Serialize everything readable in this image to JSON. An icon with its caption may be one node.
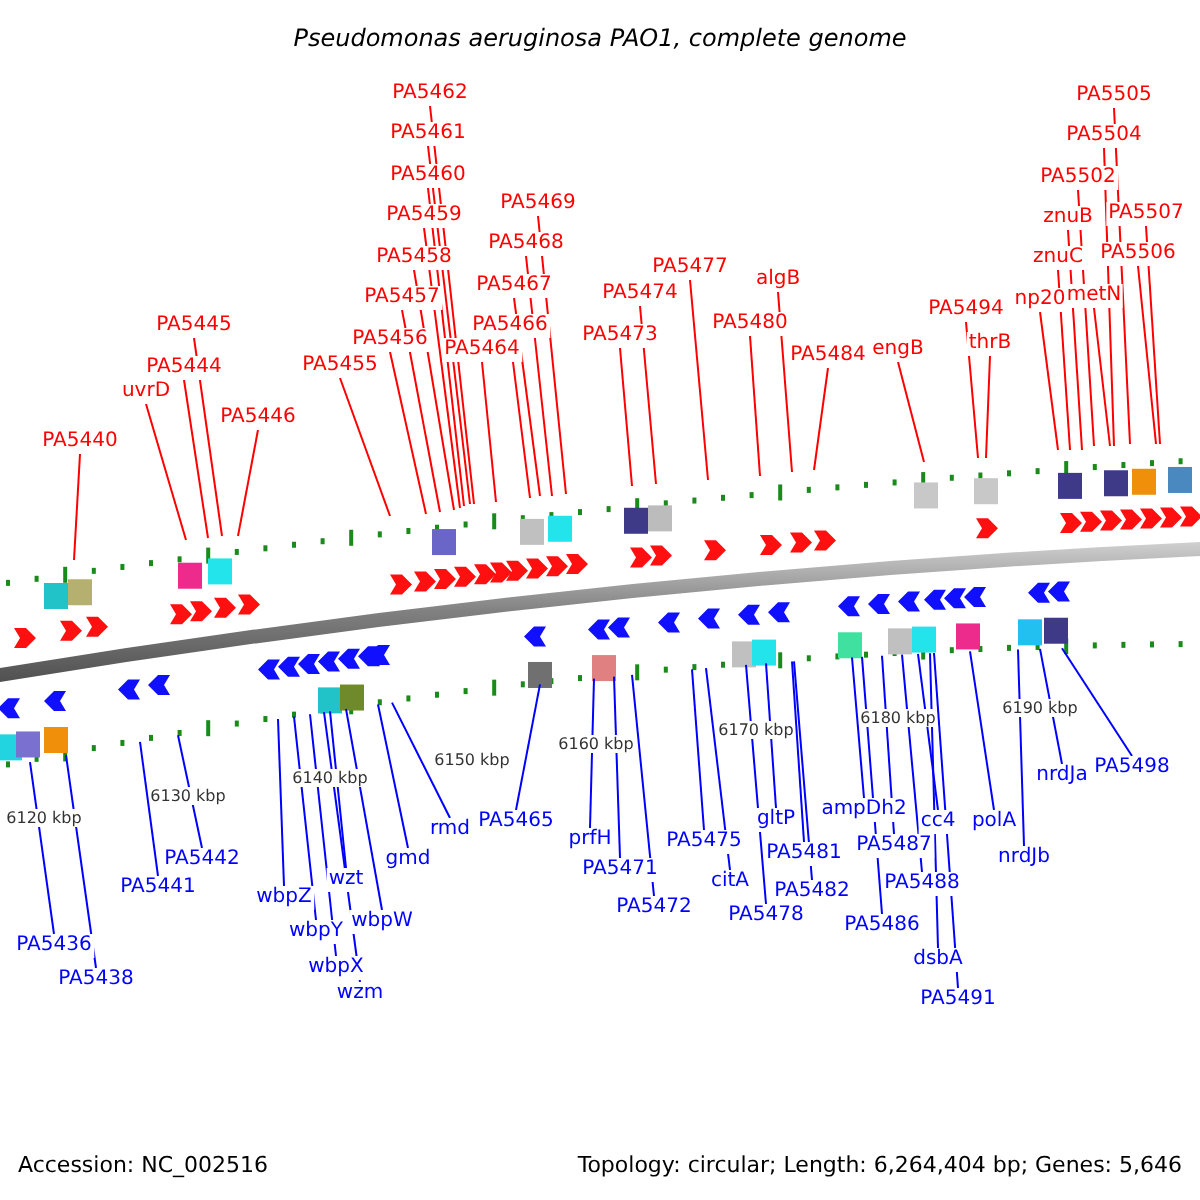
{
  "diagram": {
    "title": "Pseudomonas aeruginosa PAO1, complete genome",
    "nodes": [
      {
        "text": [
          "PA5462"
        ]
      },
      {
        "text": [
          "PA5461"
        ]
      },
      {
        "text": [
          "PA5460"
        ]
      },
      {
        "text": [
          "PA5459"
        ]
      },
      {
        "text": [
          "PA5458"
        ]
      },
      {
        "text": [
          "PA5457"
        ]
      },
      {
        "text": [
          "PA5456"
        ]
      },
      {
        "text": [
          "PA5455"
        ]
      },
      {
        "text": [
          "PA5464"
        ]
      },
      {
        "text": [
          "PA5466"
        ]
      },
      {
        "text": [
          "PA5467"
        ]
      },
      {
        "text": [
          "PA5468"
        ]
      },
      {
        "text": [
          "PA5469"
        ]
      },
      {
        "text": [
          "PA5445"
        ]
      },
      {
        "text": [
          "PA5444"
        ]
      },
      {
        "text": [
          "uvrD"
        ]
      },
      {
        "text": [
          "PA5446"
        ]
      },
      {
        "text": [
          "PA5440"
        ]
      },
      {
        "text": [
          "PA5473"
        ]
      },
      {
        "text": [
          "PA5474"
        ]
      },
      {
        "text": [
          "PA5477"
        ]
      },
      {
        "text": [
          "PA5480"
        ]
      },
      {
        "text": [
          "algB"
        ]
      },
      {
        "text": [
          "PA5484"
        ]
      },
      {
        "text": [
          "engB"
        ]
      },
      {
        "text": [
          "PA5494"
        ]
      },
      {
        "text": [
          "thrB"
        ]
      },
      {
        "text": [
          "np20"
        ]
      },
      {
        "text": [
          "znuC"
        ]
      },
      {
        "text": [
          "znuB"
        ]
      },
      {
        "text": [
          "PA5502"
        ]
      },
      {
        "text": [
          "metN"
        ]
      },
      {
        "text": [
          "PA5504"
        ]
      },
      {
        "text": [
          "PA5505"
        ]
      },
      {
        "text": [
          "PA5506"
        ]
      },
      {
        "text": [
          "PA5507"
        ]
      },
      {
        "text": [
          "PA5436"
        ]
      },
      {
        "text": [
          "PA5438"
        ]
      },
      {
        "text": [
          "PA5441"
        ]
      },
      {
        "text": [
          "PA5442"
        ]
      },
      {
        "text": [
          "wbpZ"
        ]
      },
      {
        "text": [
          "wbpY"
        ]
      },
      {
        "text": [
          "wbpX"
        ]
      },
      {
        "text": [
          "wzm"
        ]
      },
      {
        "text": [
          "wzt"
        ]
      },
      {
        "text": [
          "wbpW"
        ]
      },
      {
        "text": [
          "gmd"
        ]
      },
      {
        "text": [
          "rmd"
        ]
      },
      {
        "text": [
          "PA5465"
        ]
      },
      {
        "text": [
          "prfH"
        ]
      },
      {
        "text": [
          "PA5471"
        ]
      },
      {
        "text": [
          "PA5472"
        ]
      },
      {
        "text": [
          "PA5475"
        ]
      },
      {
        "text": [
          "citA"
        ]
      },
      {
        "text": [
          "PA5478"
        ]
      },
      {
        "text": [
          "gltP"
        ]
      },
      {
        "text": [
          "PA5481"
        ]
      },
      {
        "text": [
          "PA5482"
        ]
      },
      {
        "text": [
          "ampDh2"
        ]
      },
      {
        "text": [
          "PA5486"
        ]
      },
      {
        "text": [
          "PA5487"
        ]
      },
      {
        "text": [
          "PA5488"
        ]
      },
      {
        "text": [
          "cc4"
        ]
      },
      {
        "text": [
          "polA"
        ]
      },
      {
        "text": [
          "dsbA"
        ]
      },
      {
        "text": [
          "PA5491"
        ]
      },
      {
        "text": [
          "nrdJb"
        ]
      },
      {
        "text": [
          "nrdJa"
        ]
      },
      {
        "text": [
          "PA5498"
        ]
      }
    ],
    "edges": [
      {
        "from": 0,
        "to": null,
        "arrow": "none",
        "color": "#ff0000"
      },
      {
        "from": 1,
        "to": null,
        "arrow": "none",
        "color": "#ff0000"
      },
      {
        "from": 2,
        "to": null,
        "arrow": "none",
        "color": "#ff0000"
      },
      {
        "from": 3,
        "to": null,
        "arrow": "none",
        "color": "#ff0000"
      },
      {
        "from": 4,
        "to": null,
        "arrow": "none",
        "color": "#ff0000"
      },
      {
        "from": 5,
        "to": null,
        "arrow": "none",
        "color": "#ff0000"
      },
      {
        "from": 6,
        "to": null,
        "arrow": "none",
        "color": "#ff0000"
      },
      {
        "from": 7,
        "to": null,
        "arrow": "none",
        "color": "#ff0000"
      },
      {
        "from": 8,
        "to": null,
        "arrow": "none",
        "color": "#ff0000"
      },
      {
        "from": 9,
        "to": null,
        "arrow": "none",
        "color": "#ff0000"
      },
      {
        "from": 10,
        "to": null,
        "arrow": "none",
        "color": "#ff0000"
      },
      {
        "from": 11,
        "to": null,
        "arrow": "none",
        "color": "#ff0000"
      },
      {
        "from": 12,
        "to": null,
        "arrow": "none",
        "color": "#ff0000"
      },
      {
        "from": 13,
        "to": null,
        "arrow": "none",
        "color": "#ff0000"
      },
      {
        "from": 14,
        "to": null,
        "arrow": "none",
        "color": "#ff0000"
      },
      {
        "from": 15,
        "to": null,
        "arrow": "none",
        "color": "#ff0000"
      },
      {
        "from": 16,
        "to": null,
        "arrow": "none",
        "color": "#ff0000"
      },
      {
        "from": 17,
        "to": null,
        "arrow": "none",
        "color": "#ff0000"
      },
      {
        "from": 18,
        "to": null,
        "arrow": "none",
        "color": "#ff0000"
      },
      {
        "from": 19,
        "to": null,
        "arrow": "none",
        "color": "#ff0000"
      },
      {
        "from": 20,
        "to": null,
        "arrow": "none",
        "color": "#ff0000"
      },
      {
        "from": 21,
        "to": null,
        "arrow": "none",
        "color": "#ff0000"
      },
      {
        "from": 22,
        "to": null,
        "arrow": "none",
        "color": "#ff0000"
      },
      {
        "from": 23,
        "to": null,
        "arrow": "none",
        "color": "#ff0000"
      },
      {
        "from": 24,
        "to": null,
        "arrow": "none",
        "color": "#ff0000"
      },
      {
        "from": 25,
        "to": null,
        "arrow": "none",
        "color": "#ff0000"
      },
      {
        "from": 26,
        "to": null,
        "arrow": "none",
        "color": "#ff0000"
      },
      {
        "from": 27,
        "to": null,
        "arrow": "none",
        "color": "#ff0000"
      },
      {
        "from": 28,
        "to": null,
        "arrow": "none",
        "color": "#ff0000"
      },
      {
        "from": 29,
        "to": null,
        "arrow": "none",
        "color": "#ff0000"
      },
      {
        "from": 30,
        "to": null,
        "arrow": "none",
        "color": "#ff0000"
      },
      {
        "from": 31,
        "to": null,
        "arrow": "none",
        "color": "#ff0000"
      },
      {
        "from": 32,
        "to": null,
        "arrow": "none",
        "color": "#ff0000"
      },
      {
        "from": 33,
        "to": null,
        "arrow": "none",
        "color": "#ff0000"
      },
      {
        "from": 34,
        "to": null,
        "arrow": "none",
        "color": "#ff0000"
      },
      {
        "from": 35,
        "to": null,
        "arrow": "none",
        "color": "#ff0000"
      },
      {
        "from": 36,
        "to": null,
        "arrow": "none",
        "color": "#0000ff"
      },
      {
        "from": 37,
        "to": null,
        "arrow": "none",
        "color": "#0000ff"
      },
      {
        "from": 38,
        "to": null,
        "arrow": "none",
        "color": "#0000ff"
      },
      {
        "from": 39,
        "to": null,
        "arrow": "none",
        "color": "#0000ff"
      },
      {
        "from": 40,
        "to": null,
        "arrow": "none",
        "color": "#0000ff"
      },
      {
        "from": 41,
        "to": null,
        "arrow": "none",
        "color": "#0000ff"
      },
      {
        "from": 42,
        "to": null,
        "arrow": "none",
        "color": "#0000ff"
      },
      {
        "from": 43,
        "to": null,
        "arrow": "none",
        "color": "#0000ff"
      },
      {
        "from": 44,
        "to": null,
        "arrow": "none",
        "color": "#0000ff"
      },
      {
        "from": 45,
        "to": null,
        "arrow": "none",
        "color": "#0000ff"
      },
      {
        "from": 46,
        "to": null,
        "arrow": "none",
        "color": "#0000ff"
      },
      {
        "from": 47,
        "to": null,
        "arrow": "none",
        "color": "#0000ff"
      },
      {
        "from": 48,
        "to": null,
        "arrow": "none",
        "color": "#0000ff"
      },
      {
        "from": 49,
        "to": null,
        "arrow": "none",
        "color": "#0000ff"
      },
      {
        "from": 50,
        "to": null,
        "arrow": "none",
        "color": "#0000ff"
      },
      {
        "from": 51,
        "to": null,
        "arrow": "none",
        "color": "#0000ff"
      },
      {
        "from": 52,
        "to": null,
        "arrow": "none",
        "color": "#0000ff"
      },
      {
        "from": 53,
        "to": null,
        "arrow": "none",
        "color": "#0000ff"
      },
      {
        "from": 54,
        "to": null,
        "arrow": "none",
        "color": "#0000ff"
      },
      {
        "from": 55,
        "to": null,
        "arrow": "none",
        "color": "#0000ff"
      },
      {
        "from": 56,
        "to": null,
        "arrow": "none",
        "color": "#0000ff"
      },
      {
        "from": 57,
        "to": null,
        "arrow": "none",
        "color": "#0000ff"
      },
      {
        "from": 58,
        "to": null,
        "arrow": "none",
        "color": "#0000ff"
      },
      {
        "from": 59,
        "to": null,
        "arrow": "none",
        "color": "#0000ff"
      },
      {
        "from": 60,
        "to": null,
        "arrow": "none",
        "color": "#0000ff"
      },
      {
        "from": 61,
        "to": null,
        "arrow": "none",
        "color": "#0000ff"
      },
      {
        "from": 62,
        "to": null,
        "arrow": "none",
        "color": "#0000ff"
      },
      {
        "from": 63,
        "to": null,
        "arrow": "none",
        "color": "#0000ff"
      },
      {
        "from": 64,
        "to": null,
        "arrow": "none",
        "color": "#0000ff"
      },
      {
        "from": 65,
        "to": null,
        "arrow": "none",
        "color": "#0000ff"
      },
      {
        "from": 66,
        "to": null,
        "arrow": "none",
        "color": "#0000ff"
      },
      {
        "from": 67,
        "to": null,
        "arrow": "none",
        "color": "#0000ff"
      },
      {
        "from": 68,
        "to": null,
        "arrow": "none",
        "color": "#0000ff"
      }
    ],
    "labels": [
      "6120 kbp",
      "6130 kbp",
      "6140 kbp",
      "6150 kbp",
      "6160 kbp",
      "6170 kbp",
      "6180 kbp",
      "6190 kbp",
      "Accession: NC_002516",
      "Topology: circular; Length: 6,264,404 bp; Genes: 5,646"
    ]
  }
}
